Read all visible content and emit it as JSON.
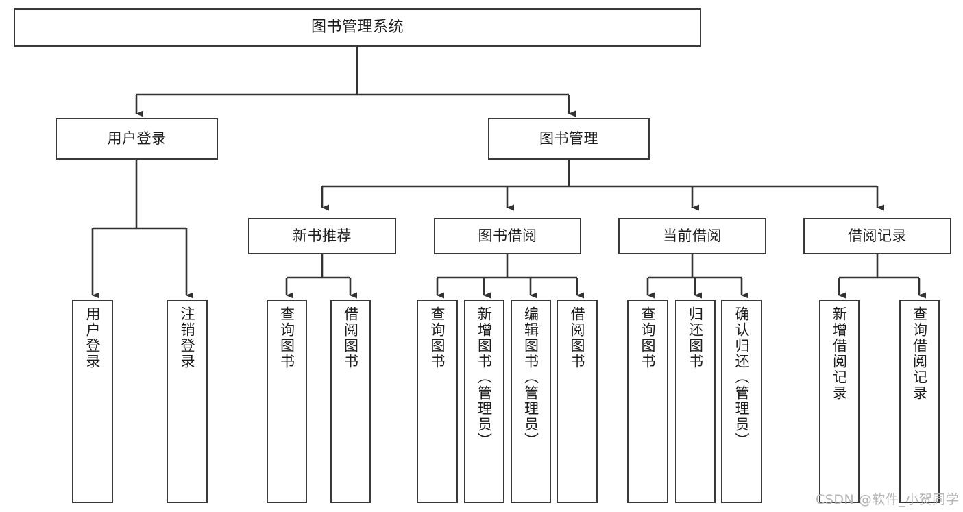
{
  "diagram": {
    "title": "图书管理系统",
    "watermark": "CSDN @软件_小贺同学",
    "accent_color": "#3a3a3a",
    "background_color": "#ffffff",
    "nodes": {
      "root": "图书管理系统",
      "level2": {
        "user_login": "用户登录",
        "book_manage": "图书管理"
      },
      "level3": {
        "new_book_recommend": "新书推荐",
        "book_borrow": "图书借阅",
        "current_borrow": "当前借阅",
        "borrow_record": "借阅记录"
      },
      "leaves": {
        "user_login_1": "用户登录",
        "user_login_2": "注销登录",
        "recommend_1": "查询图书",
        "recommend_2": "借阅图书",
        "borrow_1": "查询图书",
        "borrow_2": "新增图书（管理员）",
        "borrow_3": "编辑图书（管理员）",
        "borrow_4": "借阅图书",
        "current_1": "查询图书",
        "current_2": "归还图书",
        "current_3": "确认归还（管理员）",
        "record_1": "新增借阅记录",
        "record_2": "查询借阅记录"
      }
    }
  }
}
